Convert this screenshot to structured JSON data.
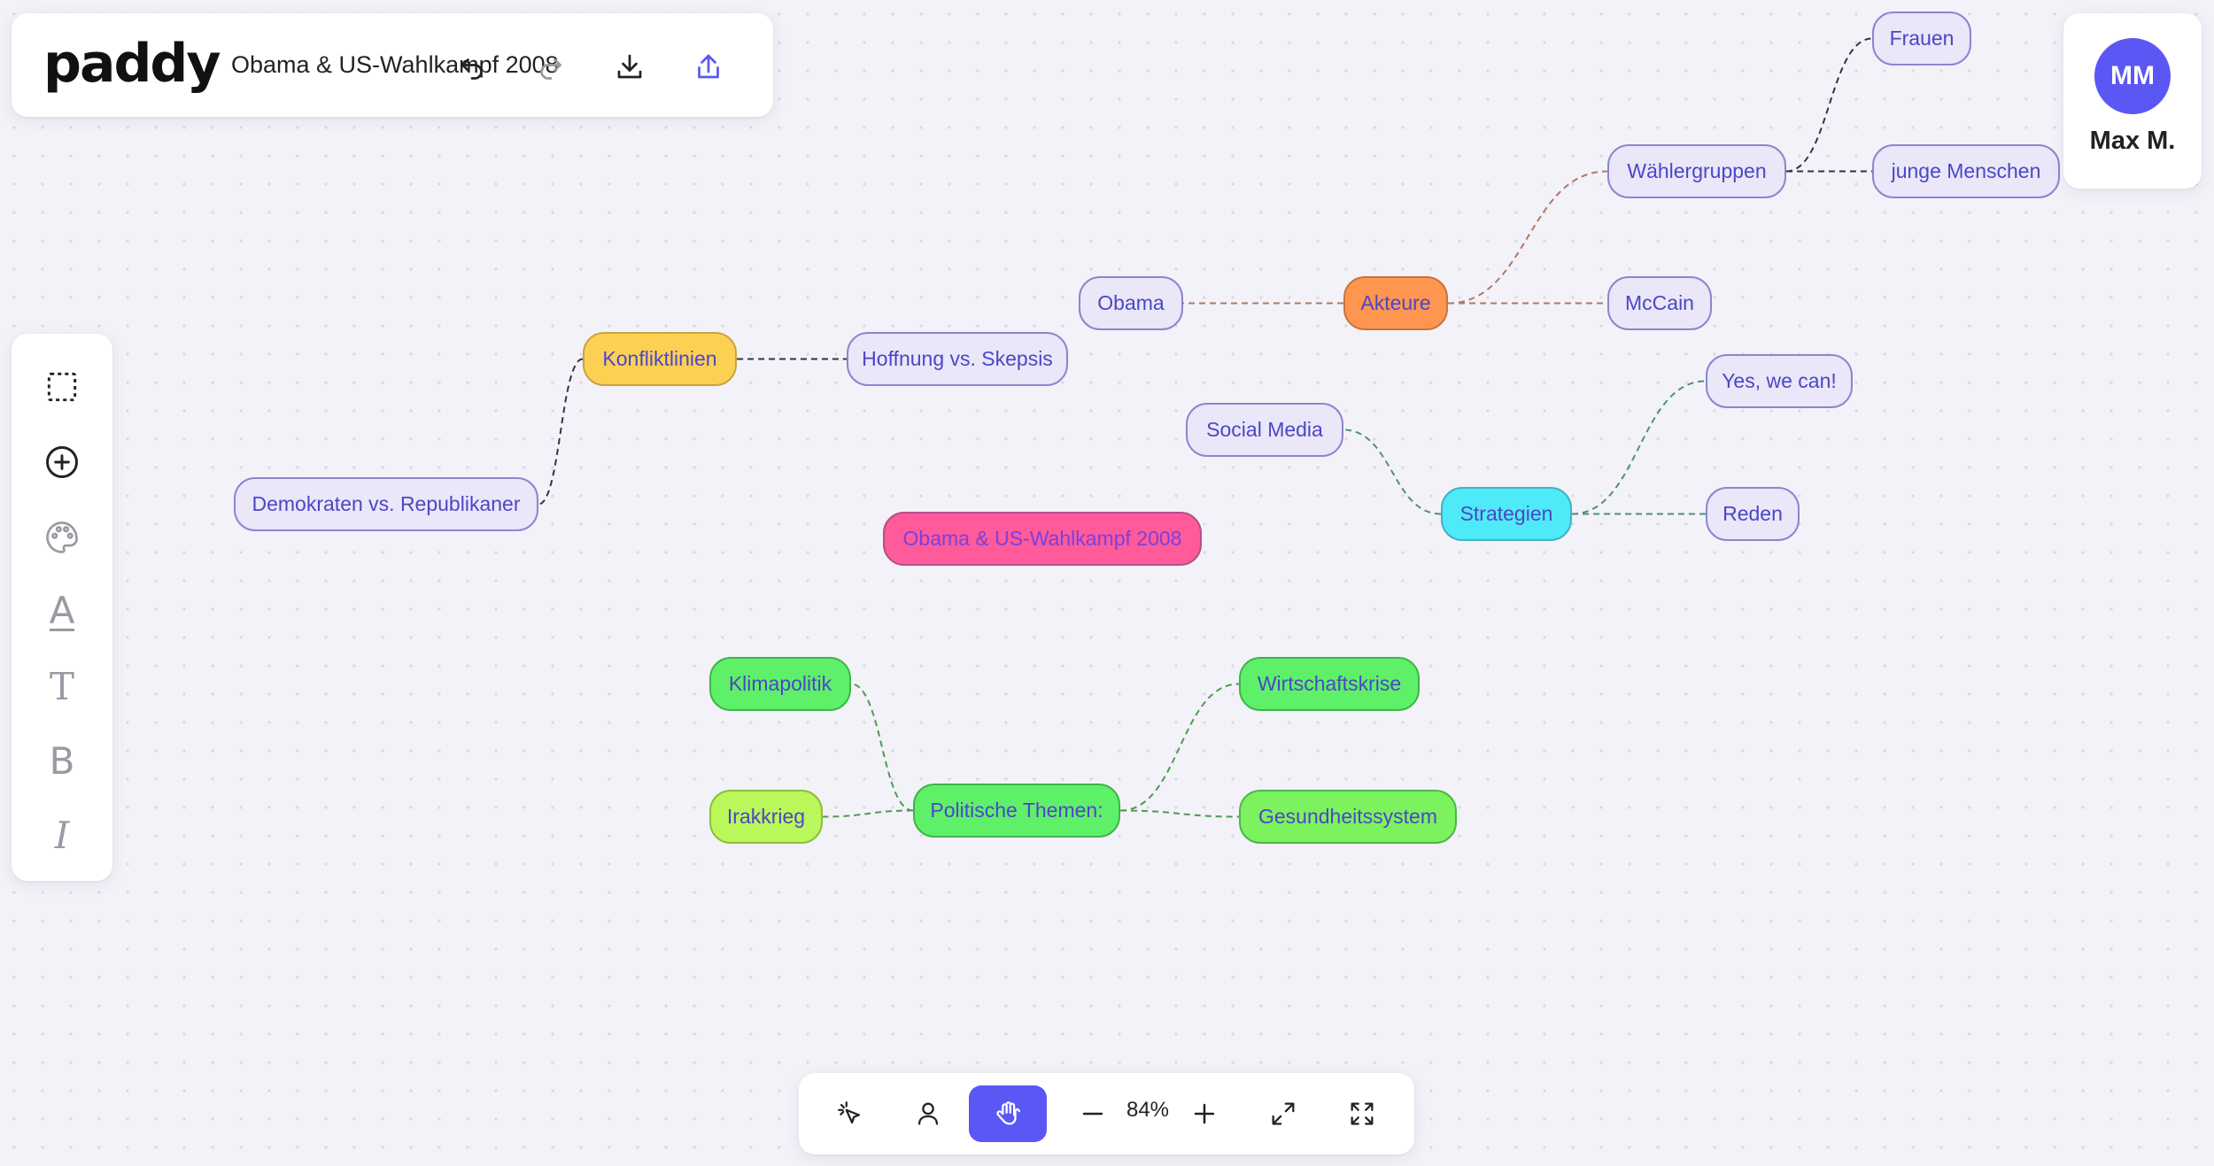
{
  "header": {
    "logo": "paddy",
    "doc_title": "Obama & US-Wahlkampf 2008",
    "undo_icon": "undo-icon",
    "redo_icon": "redo-icon",
    "download_icon": "download-icon",
    "share_icon": "share-icon"
  },
  "user": {
    "initials": "MM",
    "name": "Max M.",
    "avatar_color": "#5b57f5"
  },
  "sidebar_tools": [
    {
      "icon": "select-rectangle-icon"
    },
    {
      "icon": "add-node-icon"
    },
    {
      "icon": "palette-icon"
    },
    {
      "icon": "font-color-icon",
      "glyph": "A"
    },
    {
      "icon": "text-icon",
      "glyph": "T"
    },
    {
      "icon": "bold-icon",
      "glyph": "B"
    },
    {
      "icon": "italic-icon",
      "glyph": "I"
    }
  ],
  "bottom_toolbar": {
    "zoom_label": "84%",
    "zoom_percent": 84,
    "active_tool": "hand",
    "accent": "#5b57f5"
  },
  "mindmap": {
    "nodes": [
      {
        "id": "center",
        "label": "Obama & US-Wahlkampf 2008",
        "fill": "#ff5a99",
        "text_color": "#7b3fe0",
        "border": "#b64e8c"
      },
      {
        "id": "akteure",
        "label": "Akteure",
        "fill": "#ff9650",
        "text_color": "#4c46c6",
        "border": "#c7743f"
      },
      {
        "id": "obama",
        "label": "Obama"
      },
      {
        "id": "mccain",
        "label": "McCain"
      },
      {
        "id": "waehlergruppen",
        "label": "Wählergruppen"
      },
      {
        "id": "frauen",
        "label": "Frauen"
      },
      {
        "id": "junge",
        "label": "junge Menschen"
      },
      {
        "id": "konflikt",
        "label": "Konfliktlinien",
        "fill": "#fcd153",
        "text_color": "#4c46c6",
        "border": "#c9a43f"
      },
      {
        "id": "hoffnung",
        "label": "Hoffnung vs. Skepsis"
      },
      {
        "id": "demrep",
        "label": "Demokraten vs. Republikaner"
      },
      {
        "id": "strategien",
        "label": "Strategien",
        "fill": "#4feaf7",
        "text_color": "#4c46c6",
        "border": "#3fb3c3"
      },
      {
        "id": "social",
        "label": "Social Media"
      },
      {
        "id": "yeswecan",
        "label": "Yes, we can!"
      },
      {
        "id": "reden",
        "label": "Reden"
      },
      {
        "id": "themen",
        "label": "Politische Themen:",
        "fill": "#5ff06a",
        "text_color": "#4c46c6",
        "border": "#3db54a"
      },
      {
        "id": "klima",
        "label": "Klimapolitik",
        "fill": "#5ff06a",
        "text_color": "#4c46c6",
        "border": "#3db54a"
      },
      {
        "id": "irak",
        "label": "Irakkrieg",
        "fill": "#b9f75a",
        "text_color": "#4c46c6",
        "border": "#8cbf3c"
      },
      {
        "id": "wirtschaft",
        "label": "Wirtschaftskrise",
        "fill": "#5ff06a",
        "text_color": "#4c46c6",
        "border": "#3db54a"
      },
      {
        "id": "gesundheit",
        "label": "Gesundheitssystem",
        "fill": "#7cf25f",
        "text_color": "#4c46c6",
        "border": "#4cb64a"
      }
    ],
    "edges": [
      {
        "from": "akteure",
        "to": "obama",
        "color": "#b27766"
      },
      {
        "from": "akteure",
        "to": "mccain",
        "color": "#b27766"
      },
      {
        "from": "akteure",
        "to": "waehlergruppen",
        "color": "#b27766"
      },
      {
        "from": "waehlergruppen",
        "to": "frauen",
        "color": "#333344"
      },
      {
        "from": "waehlergruppen",
        "to": "junge",
        "color": "#333344"
      },
      {
        "from": "konflikt",
        "to": "hoffnung",
        "color": "#333344"
      },
      {
        "from": "konflikt",
        "to": "demrep",
        "color": "#333344"
      },
      {
        "from": "strategien",
        "to": "social",
        "color": "#4f8f80"
      },
      {
        "from": "strategien",
        "to": "yeswecan",
        "color": "#4f8f80"
      },
      {
        "from": "strategien",
        "to": "reden",
        "color": "#4f8f80"
      },
      {
        "from": "themen",
        "to": "klima",
        "color": "#4f9a52"
      },
      {
        "from": "themen",
        "to": "irak",
        "color": "#4f9a52"
      },
      {
        "from": "themen",
        "to": "wirtschaft",
        "color": "#4f9a52"
      },
      {
        "from": "themen",
        "to": "gesundheit",
        "color": "#4f9a52"
      }
    ]
  }
}
